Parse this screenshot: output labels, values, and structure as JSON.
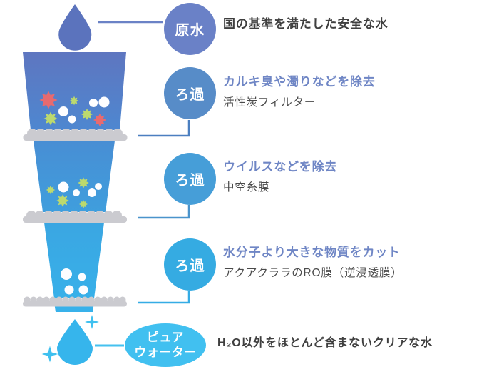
{
  "diagram": {
    "steps": [
      {
        "badge_label": "原水",
        "badge_color": "#6a81c7",
        "heading": "国の基準を満たした安全な水",
        "heading_color": "#3f3f3f"
      },
      {
        "badge_label": "ろ過",
        "badge_color": "#578cc8",
        "heading": "カルキ臭や濁りなどを除去",
        "heading_color": "#6f86c5",
        "sub": "活性炭フィルター",
        "sub_color": "#4a4a4a"
      },
      {
        "badge_label": "ろ過",
        "badge_color": "#469ed8",
        "heading": "ウイルスなどを除去",
        "heading_color": "#6f86c5",
        "sub": "中空糸膜",
        "sub_color": "#4a4a4a"
      },
      {
        "badge_label": "ろ過",
        "badge_color": "#35abe2",
        "heading": "水分子より大きな物質をカット",
        "heading_color": "#6f86c5",
        "sub": "アクアクララのRO膜（逆浸透膜）",
        "sub_color": "#4a4a4a"
      },
      {
        "badge_label": "ピュア\nウォーター",
        "badge_color": "#41c0f0",
        "heading": "H₂O以外をほとんど含まないクリアな水",
        "heading_color": "#3f3f3f"
      }
    ],
    "illustration_colors": {
      "source_drop": "#5b73bd",
      "funnel_top": "#5e76c0",
      "funnel_mid": "#3f9edd",
      "funnel_bottom": "#38b0e9",
      "filter_gray": "#cbcbd0",
      "pure_drop": "#36b5ec",
      "sparkle": "#3fc0ef",
      "particle_red": "#e86a6f",
      "particle_green": "#bcd96e",
      "particle_white": "#fdfdff",
      "connector_1": "#6b82c6",
      "connector_2": "#4b7fc0",
      "connector_3": "#4a94cc",
      "connector_4": "#35ace5",
      "connector_5": "#45c1ef"
    }
  }
}
